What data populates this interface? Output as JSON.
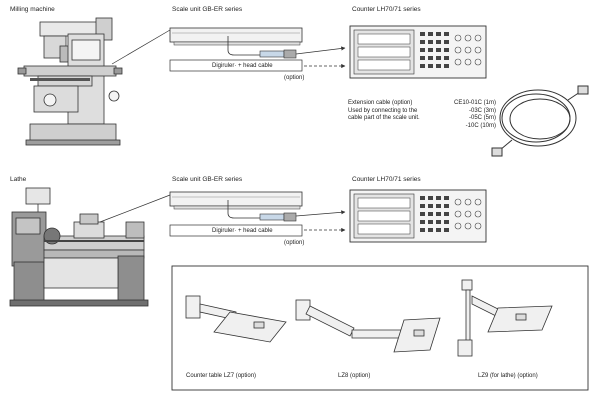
{
  "milling": {
    "machine_label": "Milling machine",
    "scale_label": "Scale unit GB-ER series",
    "counter_label": "Counter LH70/71 series",
    "cable_box_label": "Digiruler· + head cable",
    "option_label": "(option)"
  },
  "lathe": {
    "machine_label": "Lathe",
    "scale_label": "Scale unit GB-ER series",
    "counter_label": "Counter LH70/71 series",
    "cable_box_label": "Digiruler· + head cable",
    "option_label": "(option)"
  },
  "extension_cable": {
    "description": [
      "Extension cable (option)",
      "Used by connecting to the",
      "cable part of the scale unit."
    ],
    "codes": [
      "CE10-01C (1m)",
      "-03C (3m)",
      "-05C (5m)",
      "-10C (10m)"
    ]
  },
  "counter_tables": [
    {
      "label": "Counter table LZ7 (option)"
    },
    {
      "label": "LZ8 (option)"
    },
    {
      "label": "LZ9 (for lathe) (option)"
    }
  ]
}
